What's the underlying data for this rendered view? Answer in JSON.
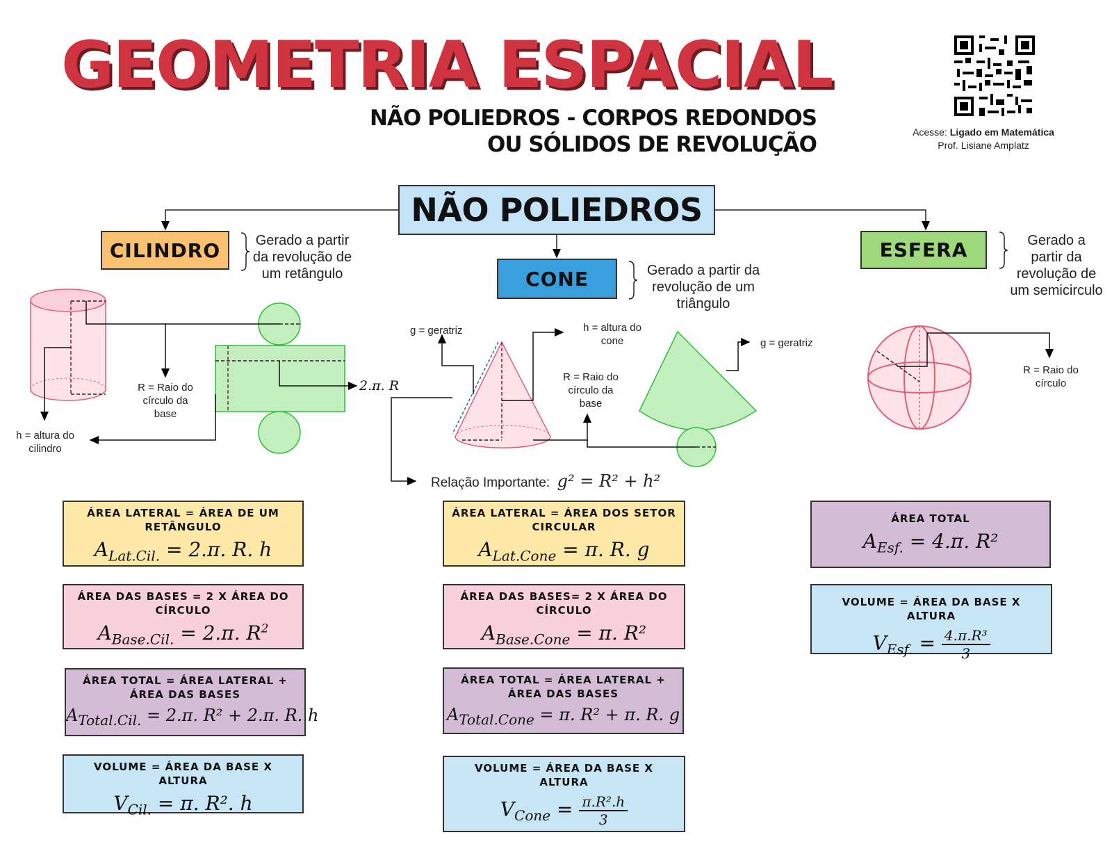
{
  "title": "GEOMETRIA ESPACIAL",
  "subtitle": {
    "line1": "NÃO POLIEDROS - CORPOS REDONDOS",
    "line2": "OU SÓLIDOS DE REVOLUÇÃO"
  },
  "credit": {
    "prefix": "Acesse: ",
    "site": "Ligado em Matemática",
    "author": "Prof. Lisiane Amplatz"
  },
  "main_node": "NÃO POLIEDROS",
  "cylinder": {
    "label": "CILINDRO",
    "desc": [
      "Gerado a partir",
      "da revolução de",
      "um retângulo"
    ],
    "h_label": [
      "h = altura do",
      "cilindro"
    ],
    "r_label": [
      "R = Raio do",
      "círculo da",
      "base"
    ],
    "circ_label": "2.π. R",
    "formulas": [
      {
        "head": "ÁREA LATERAL = ÁREA DE UM RETÂNGULO",
        "lhs": "A",
        "sub": "Lat.Cil.",
        "rhs": " = 2.π. R. h"
      },
      {
        "head": "ÁREA DAS BASES = 2 X ÁREA DO CÍRCULO",
        "lhs": "A",
        "sub": "Base.Cil.",
        "rhs": " = 2.π. R",
        "sup": "2"
      },
      {
        "head": "ÁREA TOTAL = ÁREA LATERAL + ÁREA DAS BASES",
        "lhs": "A",
        "sub": "Total.Cil.",
        "rhs": " = 2.π. R² + 2.π. R. h"
      },
      {
        "head": "VOLUME = ÁREA DA BASE X ALTURA",
        "lhs": "V",
        "sub": "Cil.",
        "rhs": " = π. R². h"
      }
    ]
  },
  "cone": {
    "label": "CONE",
    "desc": [
      "Gerado a partir da",
      "revolução de um",
      "triângulo"
    ],
    "g_label": "g = geratriz",
    "h_label": [
      "h = altura do",
      "cone"
    ],
    "r_label": [
      "R = Raio do",
      "círculo da",
      "base"
    ],
    "g_label2": "g = geratriz",
    "relation_text": "Relação Importante:",
    "relation_math": "g² = R² + h²",
    "formulas": [
      {
        "head": "ÁREA LATERAL = ÁREA DOS SETOR CIRCULAR",
        "lhs": "A",
        "sub": "Lat.Cone",
        "rhs": " = π. R. g"
      },
      {
        "head": "ÁREA DAS BASES= 2 X ÁREA DO CÍRCULO",
        "lhs": "A",
        "sub": "Base.Cone",
        "rhs": " = π. R²"
      },
      {
        "head": "ÁREA TOTAL = ÁREA LATERAL + ÁREA DAS BASES",
        "lhs": "A",
        "sub": "Total.Cone",
        "rhs": " = π. R² + π. R. g"
      },
      {
        "head": "VOLUME = ÁREA DA BASE X ALTURA",
        "lhs": "V",
        "sub": "Cone",
        "rhs": " = ",
        "num": "π.R².h",
        "den": "3"
      }
    ]
  },
  "sphere": {
    "label": "ESFERA",
    "desc": [
      "Gerado a",
      "partir da",
      "revolução de",
      "um semicirculo"
    ],
    "r_label": [
      "R = Raio do",
      "círculo"
    ],
    "formulas": [
      {
        "head": "ÁREA TOTAL",
        "lhs": "A",
        "sub": "Esf.",
        "rhs": " = 4.π. R²"
      },
      {
        "head": "VOLUME = ÁREA DA BASE X ALTURA",
        "lhs": "V",
        "sub": "Esf.",
        "rhs": " = ",
        "num": "4.π.R³",
        "den": "3"
      }
    ]
  },
  "colors": {
    "title": "#d03440",
    "main": "#c5e3f6",
    "cylinder": "#fbc070",
    "cone": "#39a0dd",
    "sphere": "#9ed97c",
    "solid_pink": "#f8d0da",
    "net_green": "#c2efbd"
  }
}
